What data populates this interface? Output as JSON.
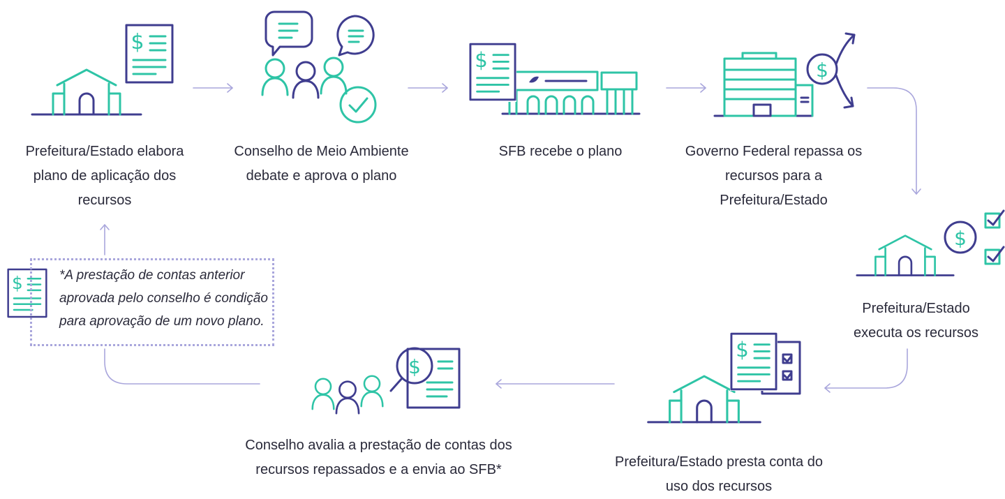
{
  "steps": [
    {
      "id": "step1",
      "icon": "house-document-icon",
      "caption_lines": [
        "Prefeitura/Estado elabora",
        "plano de aplicação dos",
        "recursos"
      ]
    },
    {
      "id": "step2",
      "icon": "council-approval-icon",
      "caption_lines": [
        "Conselho de Meio Ambiente",
        "debate e aprova o plano"
      ]
    },
    {
      "id": "step3",
      "icon": "sfb-building-document-icon",
      "caption_lines": [
        "SFB recebe o plano"
      ]
    },
    {
      "id": "step4",
      "icon": "federal-building-transfer-icon",
      "caption_lines": [
        "Governo Federal repassa os",
        "recursos para a",
        "Prefeitura/Estado"
      ]
    },
    {
      "id": "step5",
      "icon": "house-money-checklist-icon",
      "caption_lines": [
        "Prefeitura/Estado",
        "executa os recursos"
      ]
    },
    {
      "id": "step6",
      "icon": "house-report-icon",
      "caption_lines": [
        "Prefeitura/Estado presta conta do",
        "uso dos recursos"
      ]
    },
    {
      "id": "step7",
      "icon": "council-review-icon",
      "caption_lines": [
        "Conselho avalia a prestação de contas dos",
        "recursos repassados e a envia ao SFB*"
      ]
    }
  ],
  "note": {
    "icon": "document-money-icon",
    "lines": [
      "*A prestação de contas anterior",
      "aprovada pelo conselho é condição",
      "para aprovação de um novo plano."
    ]
  },
  "colors": {
    "primary": "#3f3d8f",
    "accent": "#2ec4a6",
    "flow": "#a9a6dc",
    "text": "#2a2a3a"
  }
}
